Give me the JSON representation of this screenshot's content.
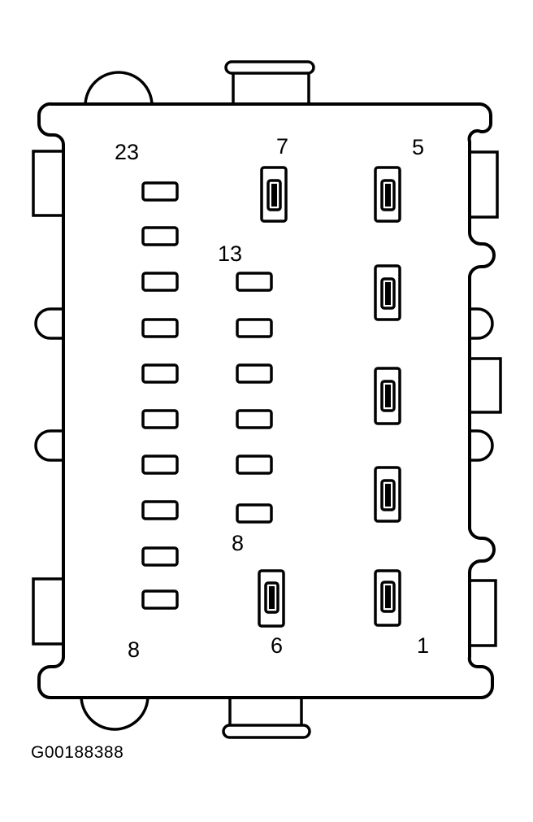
{
  "connector": {
    "pin_labels": {
      "top_left": "23",
      "top_middle": "7",
      "top_right": "5",
      "middle_upper": "13",
      "middle_lower": "8",
      "bottom_left": "8",
      "bottom_middle": "6",
      "bottom_right": "1"
    }
  },
  "figure_id": "G00188388",
  "colors": {
    "line": "#000000",
    "background": "#ffffff"
  }
}
